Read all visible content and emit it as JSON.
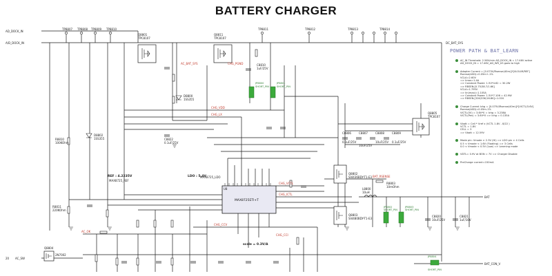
{
  "title": "BATTERY CHARGER",
  "power_path_title": "POWER PATH & BAT_LEARN",
  "notes": [
    {
      "lines": [
        "AC_IN Threshold: 2.56V/min AD_DOCK_IN = 17.46V active",
        "AD_DOCK_IN = 17.46V_AD_WR_US goes to high"
      ]
    },
    {
      "lines": [
        "Adapter Current = [0.075V/Rsense(40m)]*[VLOLIM/REF]",
        "Rsense(ASD)=0.05m+-1%",
        "VCLA=2.60V",
        "=> Imax=1.4A",
        "=> Constant Power: 1.5V*4.62 = 30.2W",
        "=> RBSEN:[0.75/38.7/1.6K]",
        "VCLA=1.795V",
        "=> Iin(max)=1.105A",
        "=> Constant Power: 1.5V*7.106 = 42.9W",
        "=> RBSEN:[32K/33K/16.8K]=1.01K"
      ]
    },
    {
      "lines": [
        "Charge Current Ichg = [0.075V/Rsense(40m)]*[VICTL/3.6V]",
        "Rsense(ASD)=0.05m-1%",
        "VICTL(0V) = 3.6V*0 = Ichg = 3.238A",
        "VICTL(Pen) = 3.6V*0 => Ichg = 0.135A"
      ]
    },
    {
      "lines": [
        "Vbatt = Cell * Vref x (VCTL 1.8V - 8/22 )",
        "VCTL = 1.8V",
        "CELL = 3",
        "=> Vbatt = 12.59V"
      ]
    },
    {
      "lines": [
        "Mode pin: Vmode > 2.3V (Hi) => LDO pin > 4 Cells",
        "0.5 < Vmode < 1.6V (Floating) => 3 Cells",
        "0.0 < Vmode < 0.5V (Low) => Learning mode"
      ]
    },
    {
      "lines": [
        "VDTL= 0.9V at BON = 7V => Charger Disable"
      ]
    },
    {
      "lines": [
        "PreCharge current=150mA"
      ]
    }
  ],
  "nets": {
    "ad_dock_in": "AD_DOCK_IN",
    "ad_dock_in2": "A/D_DOCK_IN",
    "dc_bat_sys": "DC_BAT_SYS",
    "bat": "BAT",
    "ac_bat_sys": "AC_BAT_SYS",
    "chg_pgnd": "CHG_PGND",
    "chg_vdd": "CHG_VDD",
    "chg_lx": "CHG_LX",
    "ac_ok": "AC_OK",
    "bat_con_v": "BAT_CON_V",
    "ac_sw": "AC_SW",
    "chg_vctl": "CHG_VCTL",
    "chg_ictl": "CHG_ICTL",
    "chg_ccv": "CHG_CCV",
    "chg_cci": "CHG_CCI",
    "bat_rsense": "BAT_RSENSE"
  },
  "labels": {
    "ldo": "LDO : 5.4V",
    "ldo_sub": "MAX8725_LDO",
    "ref": "REF : 4.2235V",
    "ref_sub": "MAX8725_REF",
    "scale": "scale = 0.3V/A",
    "ic_name": "MAX8725ETI+T",
    "ic_ref": "U8",
    "left_pin": "20"
  },
  "parts": {
    "q1": "Q8801",
    "q1_val": "TPC8107",
    "q2": "Q8811",
    "q2_val": "TPC8107",
    "q3": "Q8805",
    "q3_val": "TPC8107",
    "q4": "Q8802",
    "q4_val": "SI4436BDY-T1-E3",
    "q5": "Q8803",
    "q5_val": "SI4480BDY-T1-E3",
    "q6": "Q8804",
    "q6_val": "2N7002",
    "jp1": "JP8800",
    "jp1_val": "SHORT_PIN",
    "jp2": "JP8801",
    "jp2_val": "SHORT_PIN",
    "jp3": "JP8802",
    "jp3_val": "SHORT_PIN",
    "jp4": "JP8803",
    "jp4_val": "SHORT_PIN",
    "jp5": "JP8804",
    "jp5_val": "SHORT_PIN",
    "l1": "L8800",
    "l1_val": "10uH",
    "r1": "R8803",
    "r1_val": "10mOhm",
    "r2": "R8810",
    "r2_val": "100KOhm",
    "r3": "R8811",
    "r3_val": "220KOhm",
    "d1": "D8800",
    "d1_val": "1SS355",
    "d2": "D8802",
    "d2_val": "1SS355",
    "c1": "C8806",
    "c1_val": "0.1uF/25V",
    "c2": "C8807",
    "c2_val": "10uF/25V",
    "c3": "C8808",
    "c3_val": "10uF/25V",
    "c4": "C8809",
    "c4_val": "0.1uF/25V",
    "c5": "C8810",
    "c5_val": "1uF/25V",
    "c6": "C8820",
    "c6_val": "10uF/25V",
    "c7": "C8821",
    "c7_val": "1uF/10V",
    "c8": "C8822",
    "c8_val": "0.1uF/25V",
    "tp1": "TP8807",
    "tp2": "TP8808",
    "tp3": "TP8809",
    "tp4": "TP8810",
    "tp5": "TP8811",
    "tp6": "TP8812",
    "tp7": "TP8813",
    "tp8": "TP8814"
  },
  "colors": {
    "wire": "#1a1a1a",
    "net_label": "#c0392b",
    "jumper": "#3caa3c",
    "ic_fill": "#e9e9f3",
    "note_title": "#6a6fa6"
  }
}
